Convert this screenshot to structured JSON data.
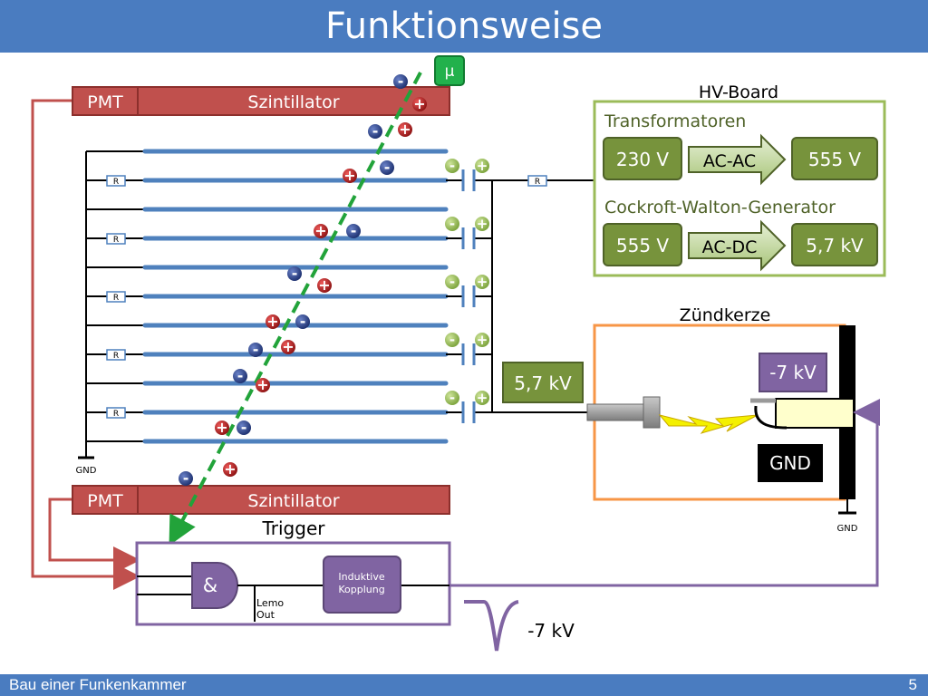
{
  "slide": {
    "title": "Funktionsweise",
    "footer_left": "Bau einer Funkenkammer",
    "page_number": "5"
  },
  "particle": {
    "label": "µ"
  },
  "pmt_top": {
    "pmt": "PMT",
    "scint": "Szintillator"
  },
  "pmt_bottom": {
    "pmt": "PMT",
    "scint": "Szintillator"
  },
  "resistor_label": "R",
  "gnd_label": "GND",
  "hv_board": {
    "title": "HV-Board",
    "section1": "Transformatoren",
    "in1": "230 V",
    "arrow1": "AC-AC",
    "out1": "555 V",
    "section2": "Cockroft-Walton-Generator",
    "in2": "555 V",
    "arrow2": "AC-DC",
    "out2": "5,7 kV"
  },
  "supply_voltage": "5,7 kV",
  "spark_plug": {
    "title": "Zündkerze",
    "voltage": "-7 kV",
    "gnd": "GND"
  },
  "trigger": {
    "title": "Trigger",
    "gate": "&",
    "lemo": [
      "Lemo",
      "Out"
    ],
    "coupling": [
      "Induktive",
      "Kopplung"
    ]
  },
  "pulse_label": "-7 kV",
  "charge_symbols": {
    "minus": "-",
    "plus": "+"
  },
  "colors": {
    "title_bar": "#4a7cc0",
    "pmt": "#c0504d",
    "plate": "#4f81bd",
    "hv_green": "#77933c",
    "trigger_purple": "#8064a2",
    "spark_box": "#f79646",
    "muon_track": "#2ca02c"
  }
}
